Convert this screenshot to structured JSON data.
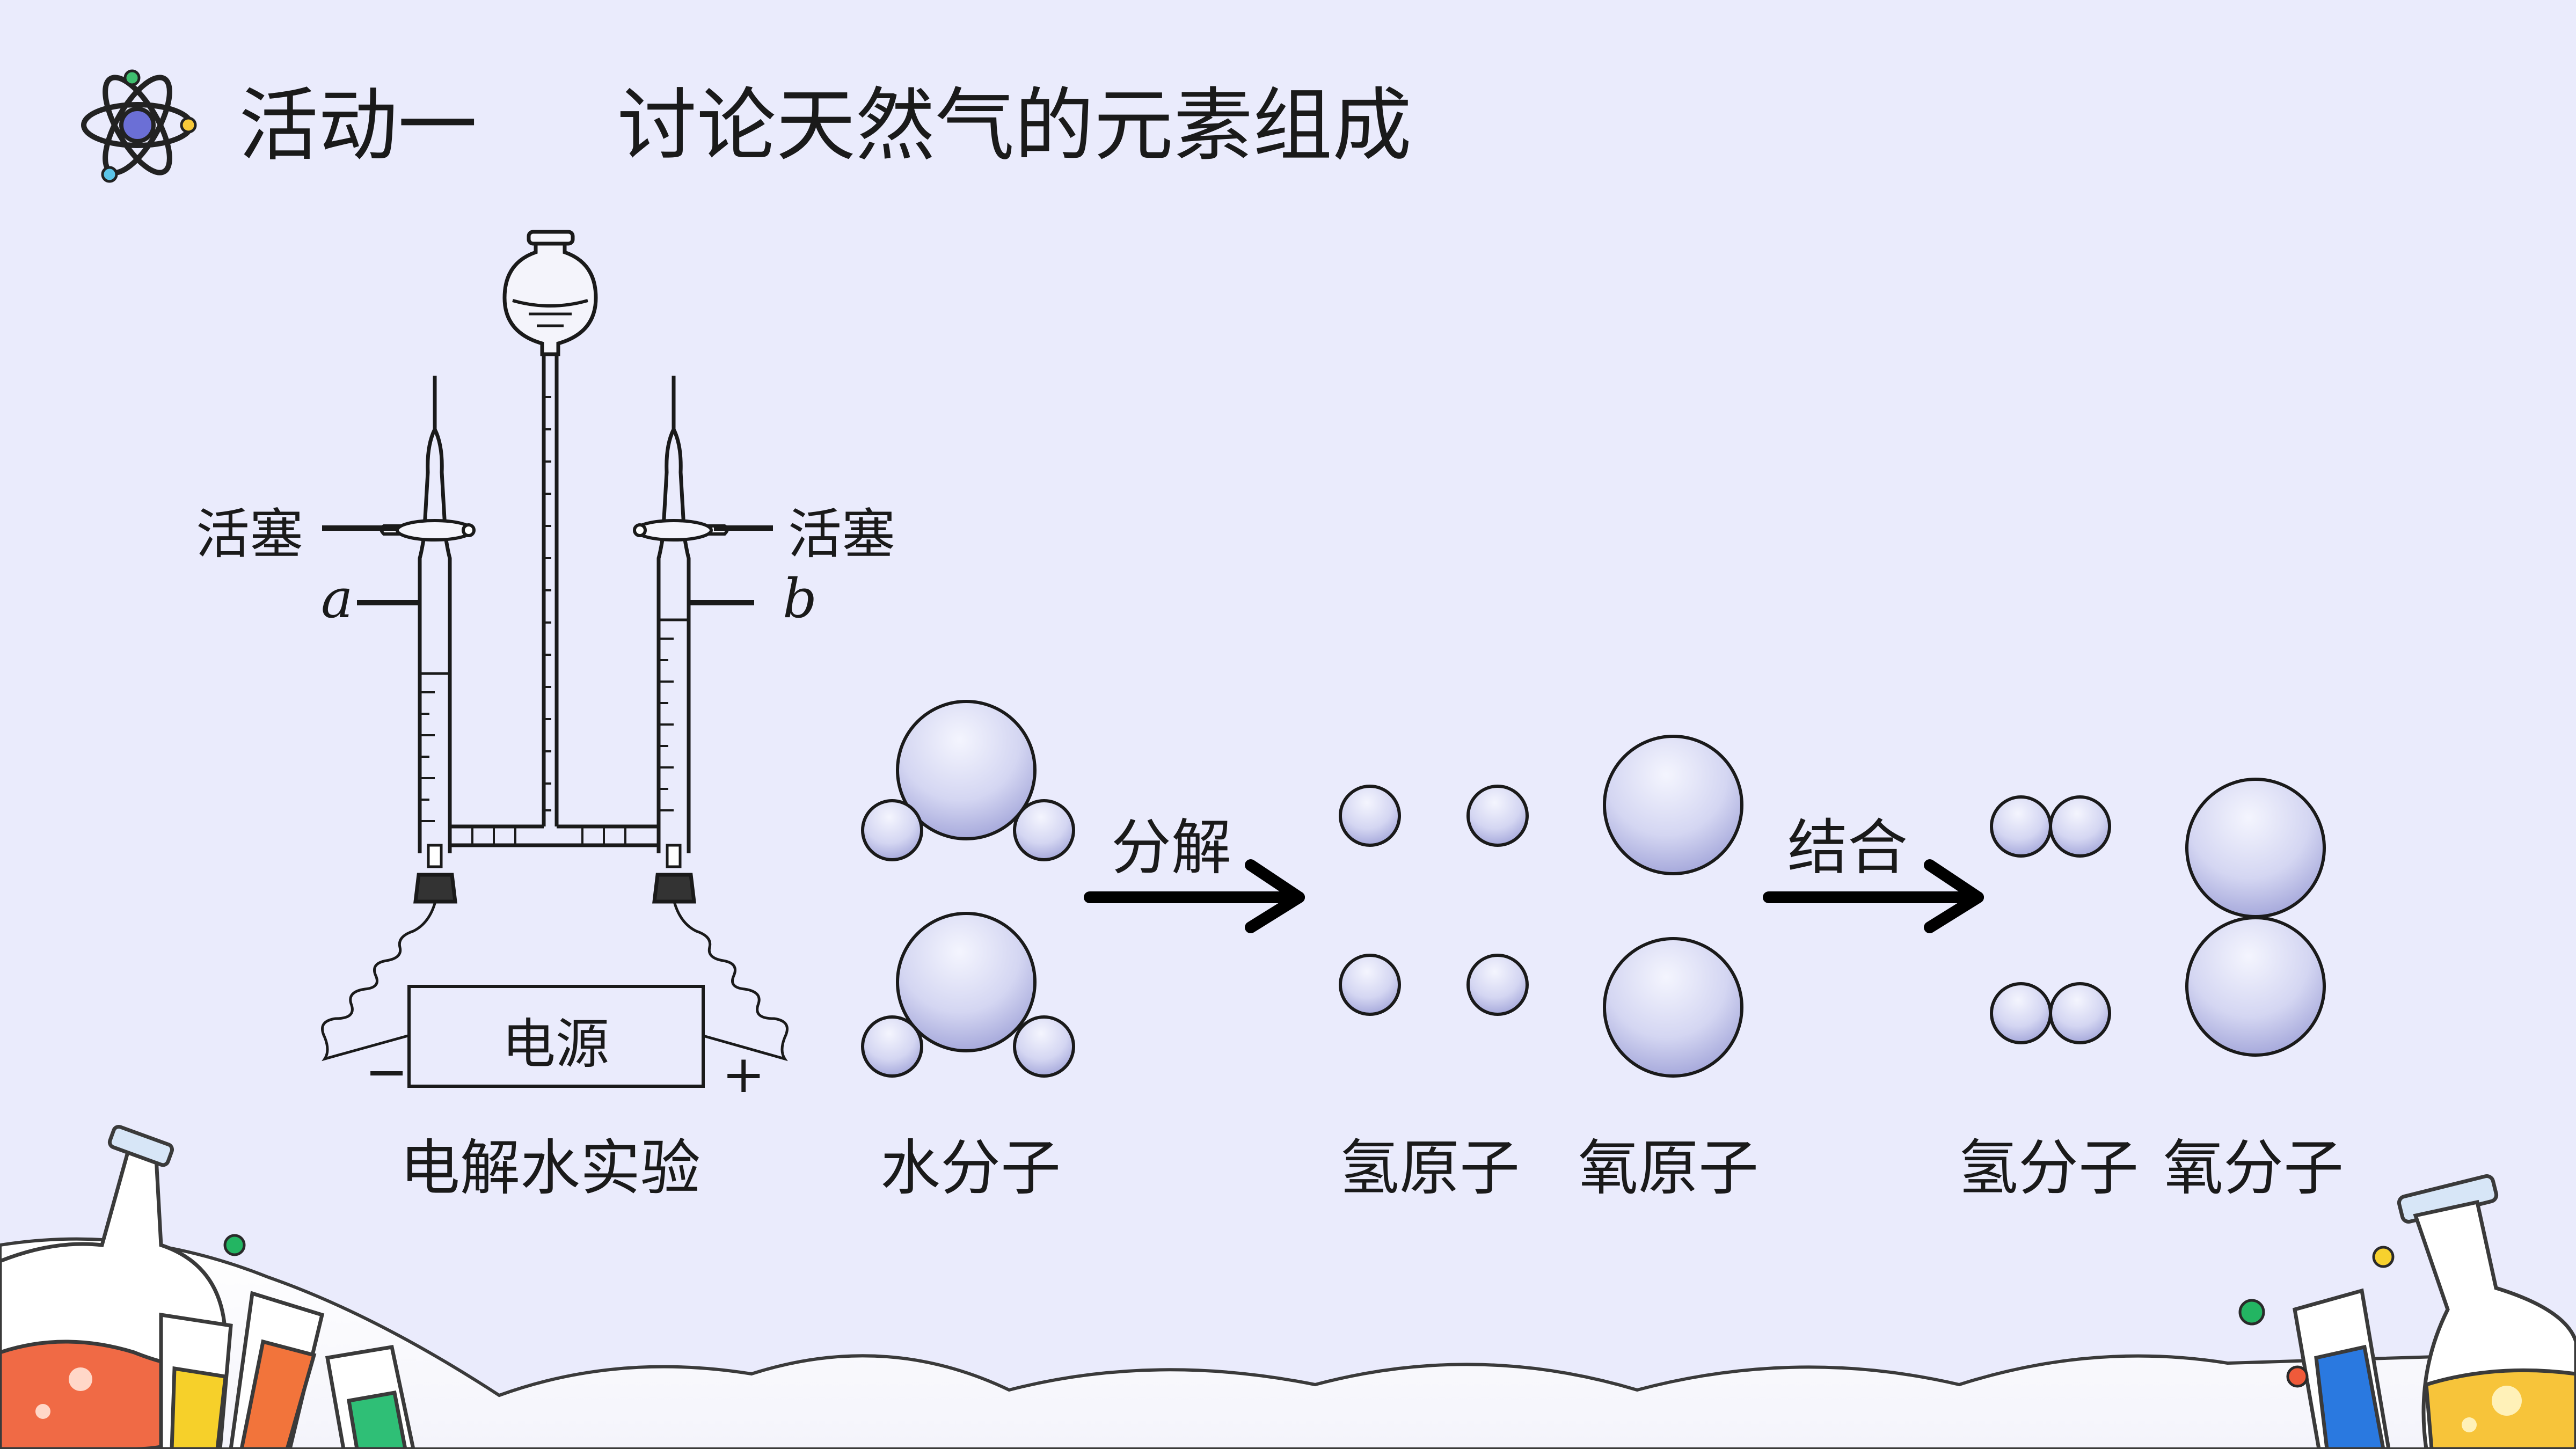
{
  "slide": {
    "title_part1": "活动一",
    "title_part2": "讨论天然气的元素组成",
    "atom_icon": "atom-icon"
  },
  "apparatus": {
    "stopcock_left": "活塞",
    "stopcock_right": "活塞",
    "electrode_a": "a",
    "electrode_b": "b",
    "power_label": "电源",
    "minus": "−",
    "plus": "+",
    "caption": "电解水实验"
  },
  "reaction": {
    "water_caption": "水分子",
    "arrow1_label": "分解",
    "h_atom_caption": "氢原子",
    "o_atom_caption": "氧原子",
    "arrow2_label": "结合",
    "h2_caption": "氢分子",
    "o2_caption": "氧分子"
  },
  "colors": {
    "background": "#eaebfc",
    "sphere_light": "#f2f3fd",
    "sphere_dark": "#a3a6d8",
    "outline": "#1a1a1a"
  }
}
